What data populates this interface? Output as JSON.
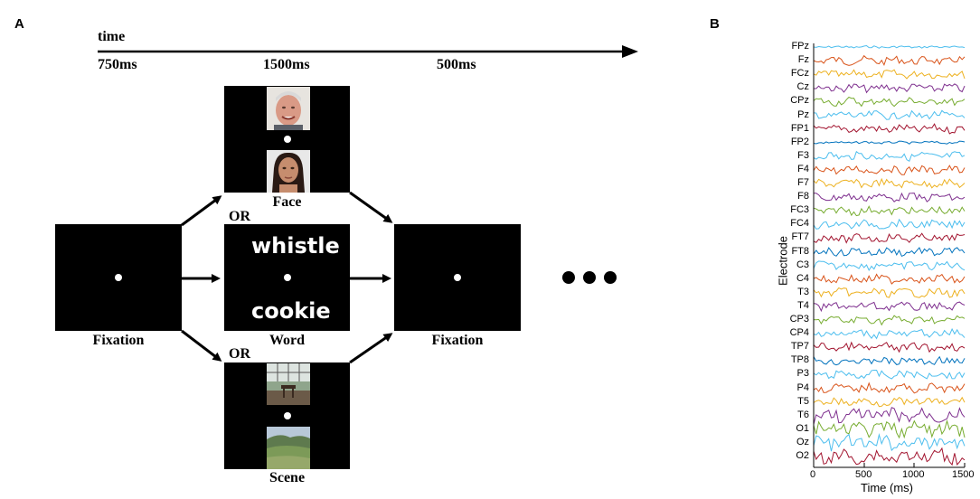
{
  "panel_a": {
    "letter": "A",
    "timeline": {
      "label": "time",
      "durations": [
        "750ms",
        "1500ms",
        "500ms"
      ]
    },
    "labels": {
      "fixation_left": "Fixation",
      "face": "Face",
      "word": "Word",
      "scene": "Scene",
      "fixation_right": "Fixation",
      "or_top": "OR",
      "or_bottom": "OR"
    },
    "words": {
      "top": "whistle",
      "bottom": "cookie"
    },
    "colors": {
      "screen": "#000000",
      "arrow": "#000000"
    }
  },
  "panel_b": {
    "letter": "B",
    "xlabel": "Time (ms)",
    "ylabel": "Electrode",
    "x_ticks": [
      "0",
      "500",
      "1000",
      "1500"
    ],
    "electrodes": [
      "FPz",
      "Fz",
      "FCz",
      "Cz",
      "CPz",
      "Pz",
      "FP1",
      "FP2",
      "F3",
      "F4",
      "F7",
      "F8",
      "FC3",
      "FC4",
      "FT7",
      "FT8",
      "C3",
      "C4",
      "T3",
      "T4",
      "CP3",
      "CP4",
      "TP7",
      "TP8",
      "P3",
      "P4",
      "T5",
      "T6",
      "O1",
      "Oz",
      "O2"
    ],
    "series_colors": [
      "#4DBEEE",
      "#D95319",
      "#EDB120",
      "#7E2F8E",
      "#77AC30",
      "#4DBEEE",
      "#A2142F",
      "#0072BD"
    ]
  },
  "chart_data": {
    "type": "line",
    "xlabel": "Time (ms)",
    "ylabel": "Electrode",
    "xlim": [
      0,
      1500
    ],
    "x_ticks": [
      0,
      500,
      1000,
      1500
    ],
    "series": [
      {
        "name": "FPz"
      },
      {
        "name": "Fz"
      },
      {
        "name": "FCz"
      },
      {
        "name": "Cz"
      },
      {
        "name": "CPz"
      },
      {
        "name": "Pz"
      },
      {
        "name": "FP1"
      },
      {
        "name": "FP2"
      },
      {
        "name": "F3"
      },
      {
        "name": "F4"
      },
      {
        "name": "F7"
      },
      {
        "name": "F8"
      },
      {
        "name": "FC3"
      },
      {
        "name": "FC4"
      },
      {
        "name": "FT7"
      },
      {
        "name": "FT8"
      },
      {
        "name": "C3"
      },
      {
        "name": "C4"
      },
      {
        "name": "T3"
      },
      {
        "name": "T4"
      },
      {
        "name": "CP3"
      },
      {
        "name": "CP4"
      },
      {
        "name": "TP7"
      },
      {
        "name": "TP8"
      },
      {
        "name": "P3"
      },
      {
        "name": "P4"
      },
      {
        "name": "T5"
      },
      {
        "name": "T6"
      },
      {
        "name": "O1"
      },
      {
        "name": "Oz"
      },
      {
        "name": "O2"
      }
    ]
  }
}
